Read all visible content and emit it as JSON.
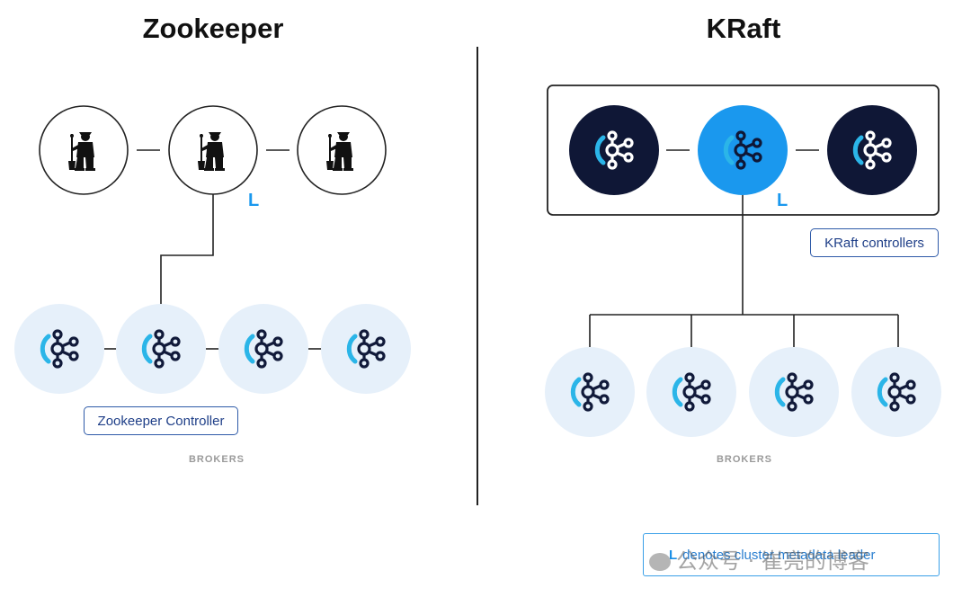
{
  "left": {
    "title": "Zookeeper",
    "controller_label": "Zookeeper Controller",
    "brokers_label": "BROKERS",
    "leader_mark": "L"
  },
  "right": {
    "title": "KRaft",
    "controllers_label": "KRaft controllers",
    "brokers_label": "BROKERS",
    "leader_mark": "L"
  },
  "legend": {
    "mark": "L",
    "text": "denotes cluster metadata leader"
  },
  "watermark": {
    "text": "公众号 · 崔亮的博客"
  },
  "colors": {
    "broker_fill": "#e6f0fa",
    "node_dark": "#111a3a",
    "leader_blue": "#1a98ee",
    "label_border": "#2e5aa8"
  }
}
